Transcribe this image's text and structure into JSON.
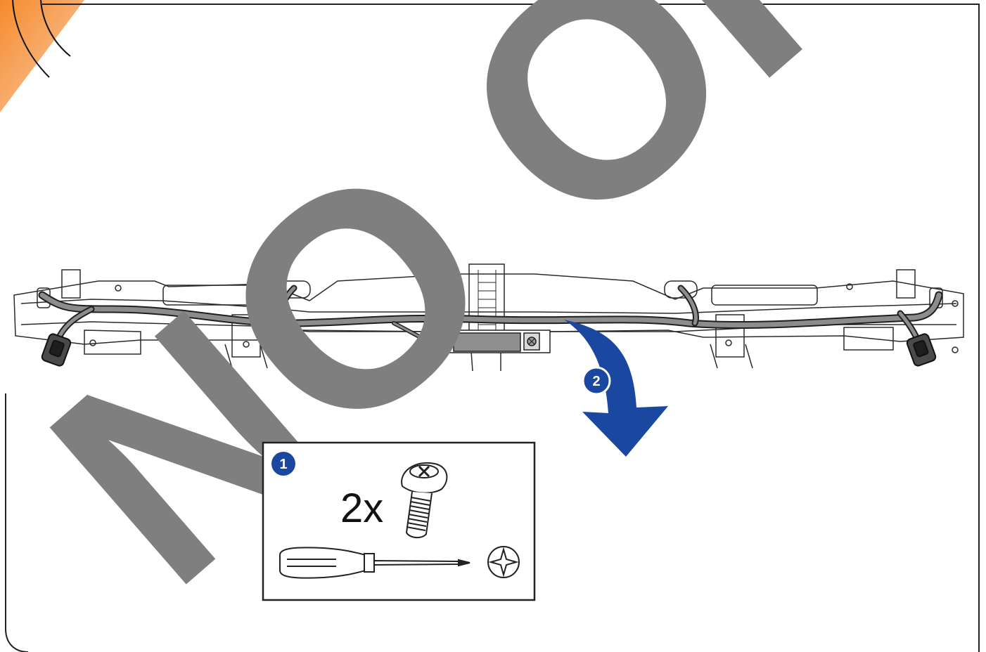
{
  "colors": {
    "accent_orange": "#f58a2c",
    "callout_blue": "#1a47a0",
    "watermark_gray": "#7f7f7f",
    "line_dark": "#222222",
    "harness_gray": "#8c8c8c"
  },
  "watermark": {
    "text": "NO ORI"
  },
  "steps": {
    "step1_badge": "1",
    "step2_badge": "2"
  },
  "tool_box": {
    "quantity_label": "2x",
    "screw_icon": "phillips-pan-head-screw-icon",
    "screwdriver_icon": "phillips-screwdriver-icon",
    "drive_icon": "phillips-drive-symbol-icon"
  },
  "figure": {
    "subject_icon": "rear-bumper-reinforcement-with-wiring-harness",
    "arrow_icon": "curved-removal-arrow-icon"
  }
}
